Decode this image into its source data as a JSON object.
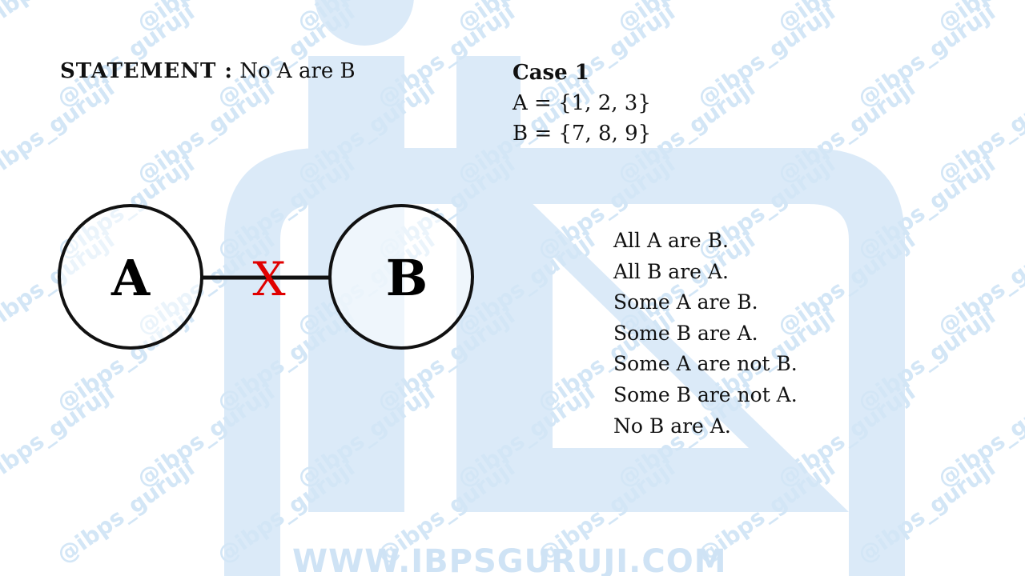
{
  "statement": {
    "label": "STATEMENT :",
    "text": "No A are B"
  },
  "case": {
    "title": "Case 1",
    "set_a": "A = {1, 2, 3}",
    "set_b": "B = {7, 8, 9}"
  },
  "diagram": {
    "left_circle_label": "A",
    "right_circle_label": "B",
    "connector_mark": "X",
    "connector_mark_color": "#e00000"
  },
  "conclusions": [
    "All A are B.",
    "All B are A.",
    "Some A are B.",
    "Some B are A.",
    "Some A are not B.",
    "Some B are not A.",
    "No B are A."
  ],
  "watermark": {
    "handle": "@ibps_guruji",
    "site": "WWW.IBPSGURUJI.COM",
    "color": "#d3e6f6"
  }
}
